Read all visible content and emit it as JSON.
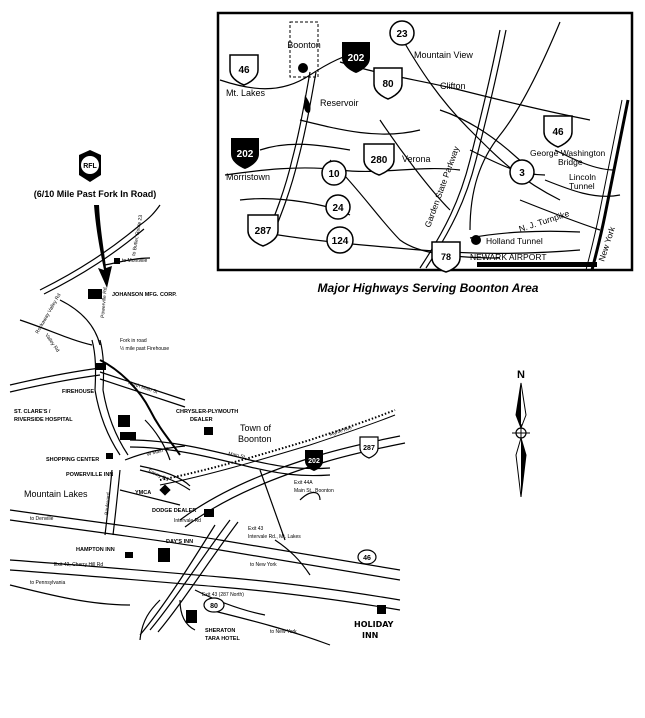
{
  "logo": {
    "text": "RFL"
  },
  "regional_map": {
    "caption": "Major Highways Serving Boonton Area",
    "places": {
      "boonton": "Boonton",
      "mt_lakes": "Mt. Lakes",
      "reservoir": "Reservoir",
      "mountain_view": "Mountain View",
      "clifton": "Clifton",
      "morristown": "Morristown",
      "verona": "Verona",
      "george_washington_bridge_1": "George Washington",
      "george_washington_bridge_2": "Bridge",
      "lincoln_tunnel_1": "Lincoln",
      "lincoln_tunnel_2": "Tunnel",
      "nj_turnpike": "N. J. Turnpike",
      "holland_tunnel": "Holland Tunnel",
      "newark_airport": "NEWARK AIRPORT",
      "new_york": "New York",
      "garden_state_parkway": "Garden State Parkway"
    },
    "shields": {
      "i46": "46",
      "us202_top": "202",
      "r23": "23",
      "i80": "80",
      "us202_left": "202",
      "r10": "10",
      "i280": "280",
      "r24": "24",
      "i287": "287",
      "r124": "124",
      "r3": "3",
      "i46_right": "46",
      "i78": "78"
    }
  },
  "local_map": {
    "fork_note": "(6/10 Mile Past Fork In Road)",
    "to_butler": "to Butler, Route 23",
    "to_montville": "to Montville",
    "johanson": "JOHANSON MFG. CORP.",
    "rockaway_valley_rd": "Rockaway Valley Rd",
    "powerville_rd": "Powerville Rd",
    "valley_rd": "Valley Rd",
    "fork_in_road_1": "Fork in road",
    "fork_in_road_2": "½ mile past Firehouse",
    "firehouse": "FIREHOUSE",
    "north_main_st": "North Main St",
    "st_clares_1": "ST. CLARE'S /",
    "st_clares_2": "RIVERSIDE HOSPITAL",
    "chrysler_1": "CHRYSLER-PLYMOUTH",
    "chrysler_2": "DEALER",
    "town_of_boonton_1": "Town of",
    "town_of_boonton_2": "Boonton",
    "myrtle_ave": "Myrtle Ave",
    "main_st": "Main St",
    "w_main_st": "W Main St",
    "shopping_center": "SHOPPING CENTER",
    "powerville_inn": "POWERVILLE INN",
    "boulevard": "Boulevard",
    "fanny_rd": "Fanny Rd",
    "mountain_lakes": "Mountain Lakes",
    "ymca": "YMCA",
    "dodge_dealer": "DODGE DEALER",
    "intervale_rd": "Intervale Rd",
    "exit_44a_1": "Exit 44A",
    "exit_44a_2": "Main St., Boonton",
    "to_denville": "to Denville",
    "days_inn": "DAY'S INN",
    "exit_43_1": "Exit 43",
    "exit_43_2": "Intervale Rd., Mt. Lakes",
    "hampton_inn": "HAMPTON INN",
    "exit_42": "Exit 42, Cherry Hill Rd",
    "to_new_york": "to New York",
    "to_pennsylvania": "to Pennsylvania",
    "exit_43_287": "Exit 43 (287 North)",
    "to_new_york_2": "to New York",
    "holiday_inn_1": "HOLIDAY",
    "holiday_inn_2": "INN",
    "sheraton_1": "SHERATON",
    "sheraton_2": "TARA HOTEL",
    "shields": {
      "s287": "287",
      "s202": "202",
      "s46": "46",
      "s80": "80"
    }
  },
  "compass": {
    "north": "N"
  }
}
